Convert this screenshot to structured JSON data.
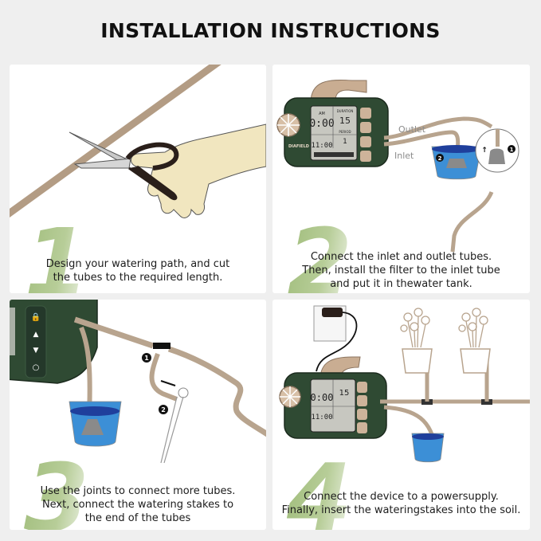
{
  "header": {
    "title": "INSTALLATION INSTRUCTIONS"
  },
  "colors": {
    "background": "#efefef",
    "panel": "#ffffff",
    "step_number_green": "#9fbc7a",
    "device_green": "#2f4a33",
    "tube_tan": "#b8a48e",
    "water_blue": "#3c8fd6"
  },
  "steps": [
    {
      "number": "1",
      "caption_lines": [
        "Design your watering path, and cut",
        "the tubes to the required length."
      ],
      "illustration": "hand-cutting-tube-with-scissors"
    },
    {
      "number": "2",
      "caption_lines": [
        "Connect the inlet and outlet tubes.",
        "Then, install the filter to the inlet tube",
        "and put it in thewater tank."
      ],
      "illustration": "device-inlet-outlet-filter-tank",
      "labels": {
        "outlet": "Outlet",
        "inlet": "Inlet",
        "badge1": "1",
        "badge2": "2"
      },
      "device": {
        "brand": "DIAFIELD",
        "screen_time": "0:00",
        "screen_ampm": "AM",
        "duration_label": "DURATION",
        "duration_value": "15",
        "period_label": "PERIOD",
        "period_value": "1",
        "clock_value": "11:00"
      }
    },
    {
      "number": "3",
      "caption_lines": [
        "Use the joints to connect more tubes.",
        "Next, connect the watering stakes to",
        "the end of the tubes"
      ],
      "illustration": "joint-connection-and-stake",
      "labels": {
        "badge1": "1",
        "badge2": "2"
      }
    },
    {
      "number": "4",
      "caption_lines": [
        "Connect the device to a powersupply.",
        "Finally, insert the wateringstakes into the soil."
      ],
      "illustration": "device-plugged-watering-potted-flowers"
    }
  ]
}
